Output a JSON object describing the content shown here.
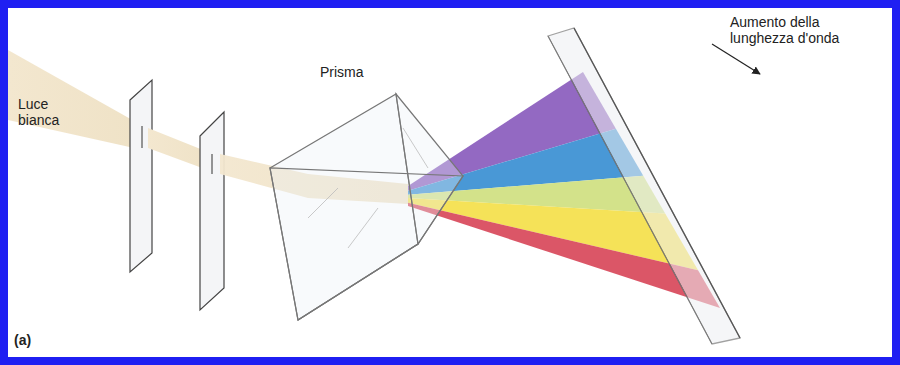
{
  "diagram": {
    "labels": [
      "Luce bianca",
      "Prisma",
      "Aumento della lunghezza d'onda",
      "(a)"
    ]
  }
}
